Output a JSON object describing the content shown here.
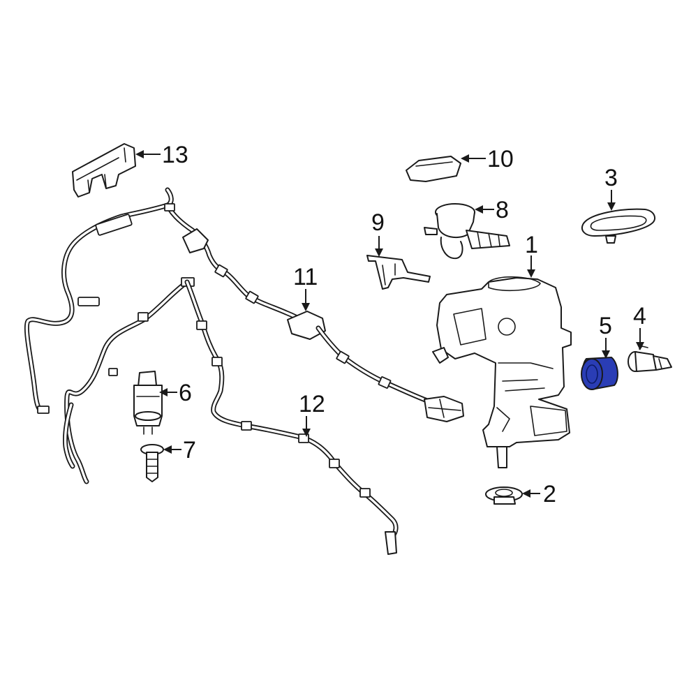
{
  "highlight_color": "#2a3db5",
  "line_color": "#1a1a1a",
  "callouts": [
    {
      "id": "1",
      "label": "1"
    },
    {
      "id": "2",
      "label": "2"
    },
    {
      "id": "3",
      "label": "3"
    },
    {
      "id": "4",
      "label": "4"
    },
    {
      "id": "5",
      "label": "5",
      "highlighted": true
    },
    {
      "id": "6",
      "label": "6"
    },
    {
      "id": "7",
      "label": "7"
    },
    {
      "id": "8",
      "label": "8"
    },
    {
      "id": "9",
      "label": "9"
    },
    {
      "id": "10",
      "label": "10"
    },
    {
      "id": "11",
      "label": "11"
    },
    {
      "id": "12",
      "label": "12"
    },
    {
      "id": "13",
      "label": "13"
    }
  ]
}
